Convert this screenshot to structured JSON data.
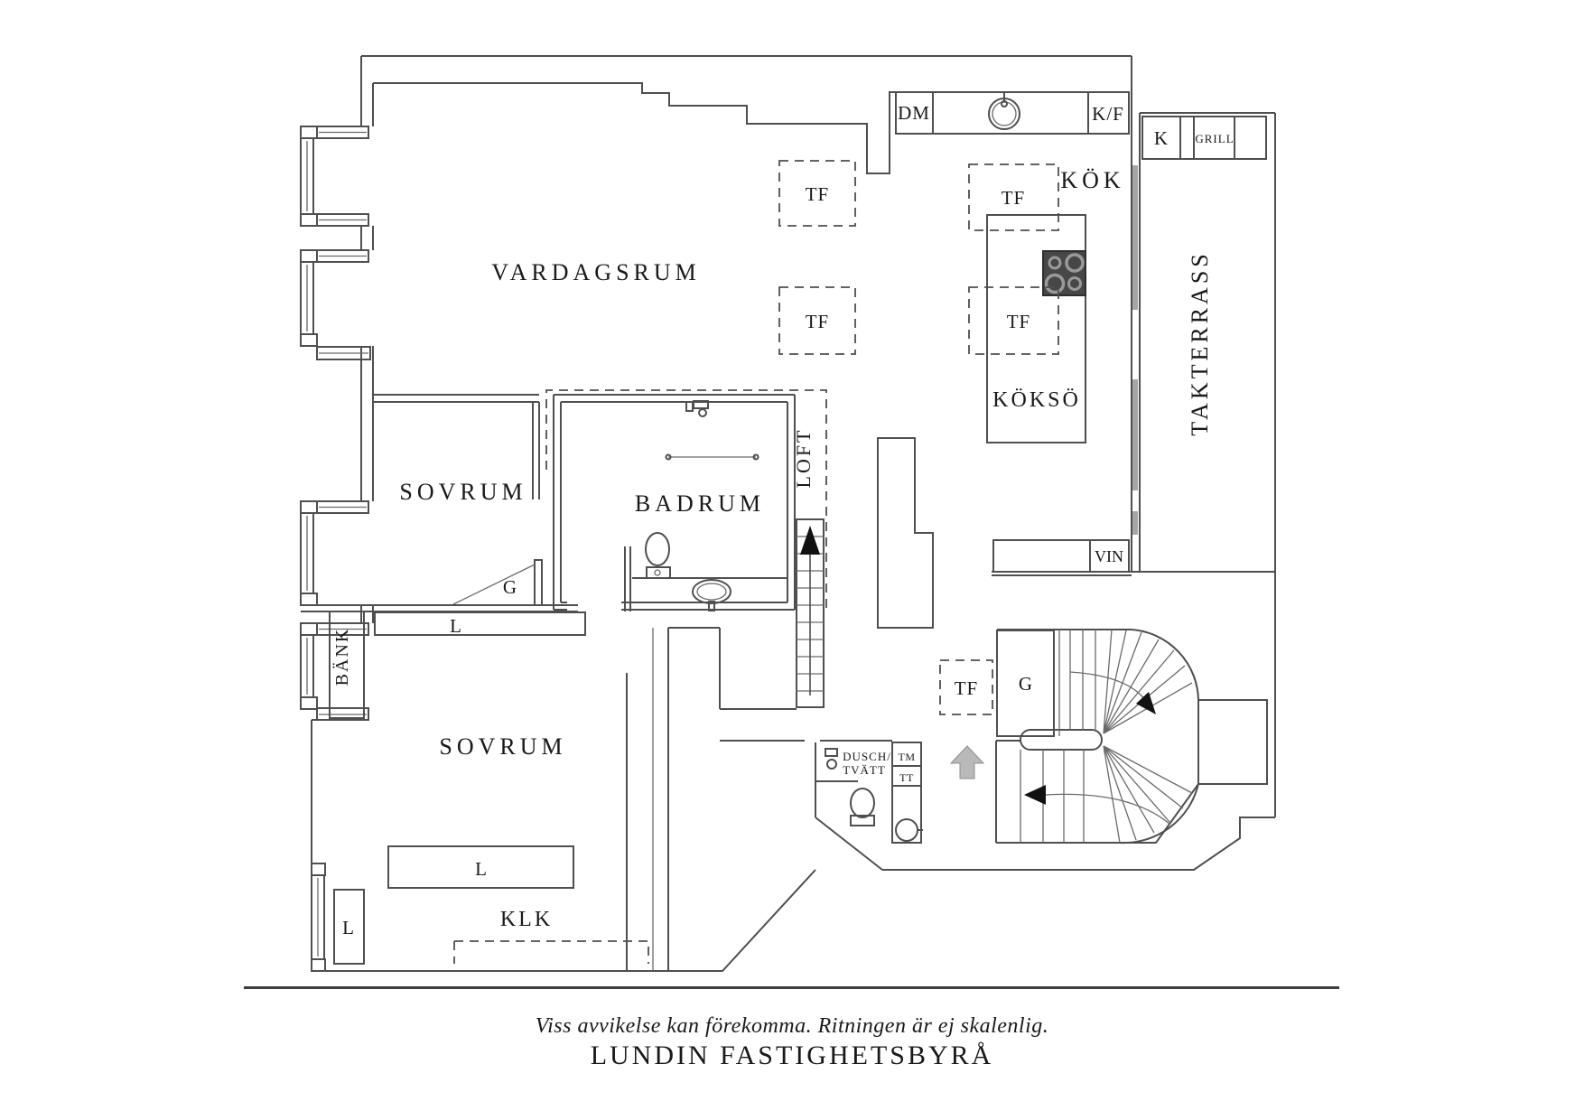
{
  "labels": {
    "vardagsrum": "VARDAGSRUM",
    "kok": "KÖK",
    "kokso": "KÖKSÖ",
    "takterrass": "TAKTERRASS",
    "sovrum_1": "SOVRUM",
    "sovrum_2": "SOVRUM",
    "badrum": "BADRUM",
    "loft": "LOFT",
    "klk": "KLK",
    "bank": "BÄNK",
    "vin": "VIN",
    "dm": "DM",
    "kf": "K/F",
    "k": "K",
    "grill": "GRILL",
    "dusch_line1": "DUSCH/",
    "dusch_line2": "TVÄTT",
    "tm": "TM",
    "tt": "TT",
    "g_1": "G",
    "g_2": "G",
    "l_1": "L",
    "l_2": "L",
    "l_3": "L",
    "tf_1": "TF",
    "tf_2": "TF",
    "tf_3": "TF",
    "tf_4": "TF",
    "tf_5": "TF"
  },
  "footer": {
    "disclaimer": "Viss avvikelse kan förekomma. Ritningen är ej skalenlig.",
    "brand": "LUNDIN FASTIGHETSBYRÅ"
  },
  "colors": {
    "wall": "#4f4f4f",
    "text": "#191919",
    "glazing": "#a6a6a6",
    "stove": "#474747",
    "burner_ring": "#9a9a9a",
    "entry_arrow": "#b9b9b9",
    "stair_arrow": "#111111"
  }
}
